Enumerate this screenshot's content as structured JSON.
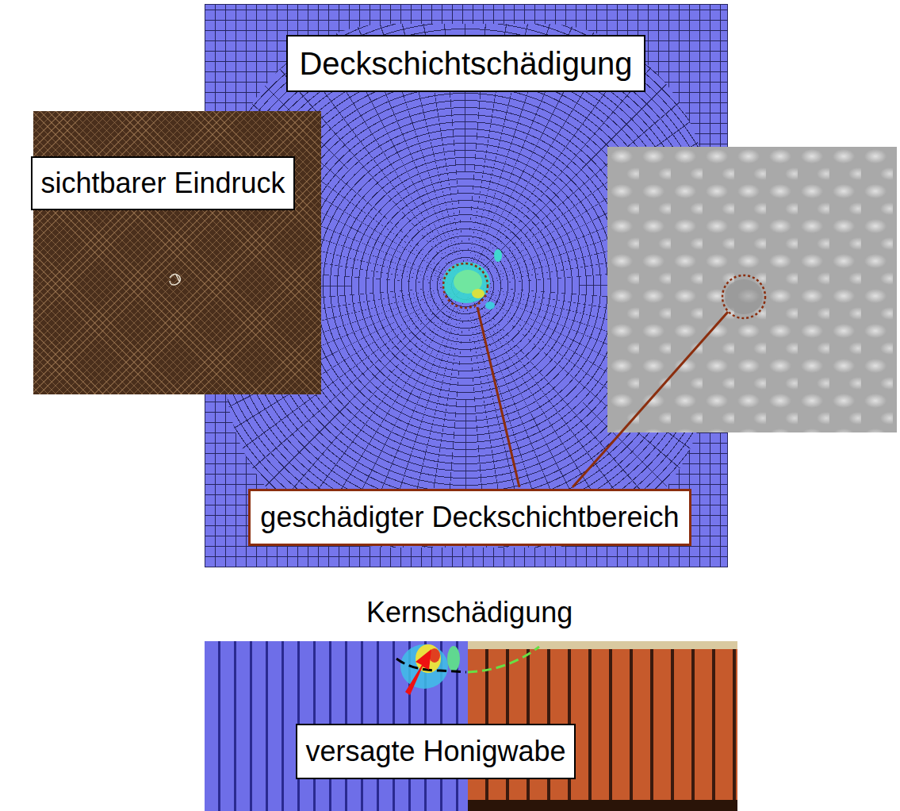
{
  "diagram": {
    "nodes": [
      {
        "text": [
          "Deckschichtschädigung"
        ]
      },
      {
        "text": [
          "sichtbarer Eindruck"
        ]
      },
      {
        "text": [
          "geschädigter Deckschichtbereich"
        ]
      },
      {
        "text": [
          "versagte Honigwabe"
        ]
      }
    ],
    "labels": [
      "Kernschädigung"
    ]
  }
}
